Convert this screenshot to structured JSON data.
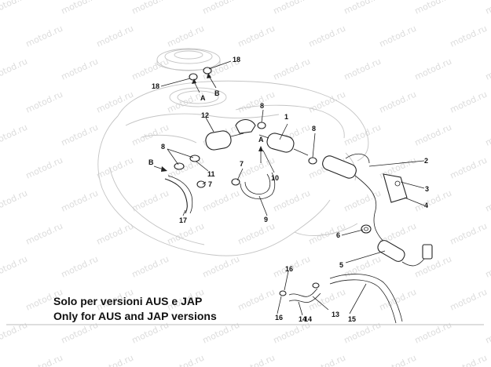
{
  "watermark": "motod.ru",
  "note": {
    "line1": "Solo per versioni AUS e JAP",
    "line2": "Only for AUS and JAP versions"
  },
  "callouts": [
    "1",
    "2",
    "3",
    "4",
    "5",
    "6",
    "7",
    "7",
    "8",
    "8",
    "8",
    "9",
    "10",
    "11",
    "12",
    "14",
    "14",
    "15",
    "16",
    "16",
    "17",
    "18",
    "18",
    "13"
  ],
  "arrow_labels": [
    "A",
    "A",
    "B",
    "B"
  ]
}
